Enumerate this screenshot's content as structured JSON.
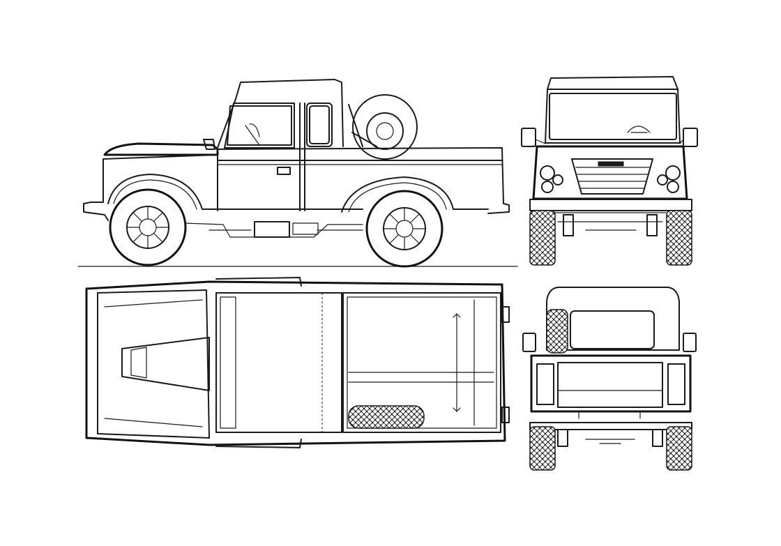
{
  "drawing": {
    "views": [
      {
        "id": "side",
        "label": ""
      },
      {
        "id": "front",
        "label": ""
      },
      {
        "id": "top",
        "label": ""
      },
      {
        "id": "rear",
        "label": ""
      }
    ],
    "line_color": "#1a1a1a",
    "background_color": "#ffffff"
  }
}
